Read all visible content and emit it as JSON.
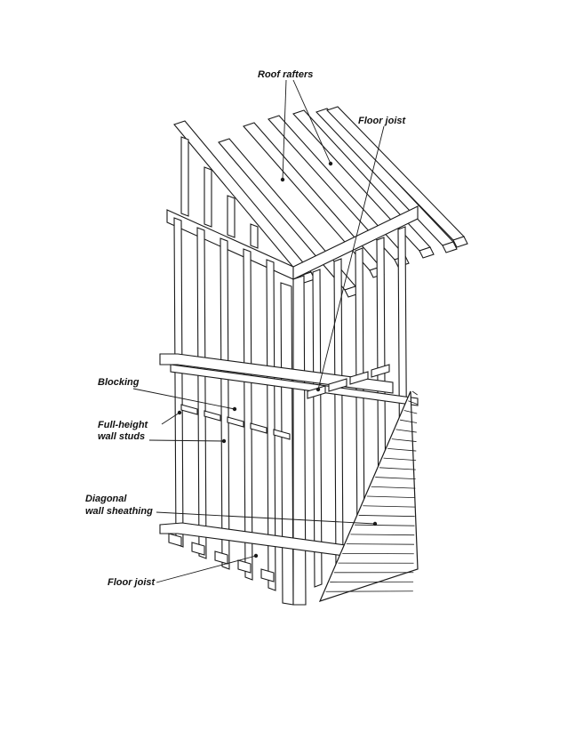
{
  "diagram": {
    "labels": {
      "roof_rafters": "Roof rafters",
      "floor_joist_top": "Floor joist",
      "blocking": "Blocking",
      "full_height_line1": "Full-height",
      "full_height_line2": "wall studs",
      "diagonal_line1": "Diagonal",
      "diagonal_line2": "wall sheathing",
      "floor_joist_bottom": "Floor joist"
    },
    "ink_color": "#1a1a1a",
    "background_color": "#ffffff"
  }
}
